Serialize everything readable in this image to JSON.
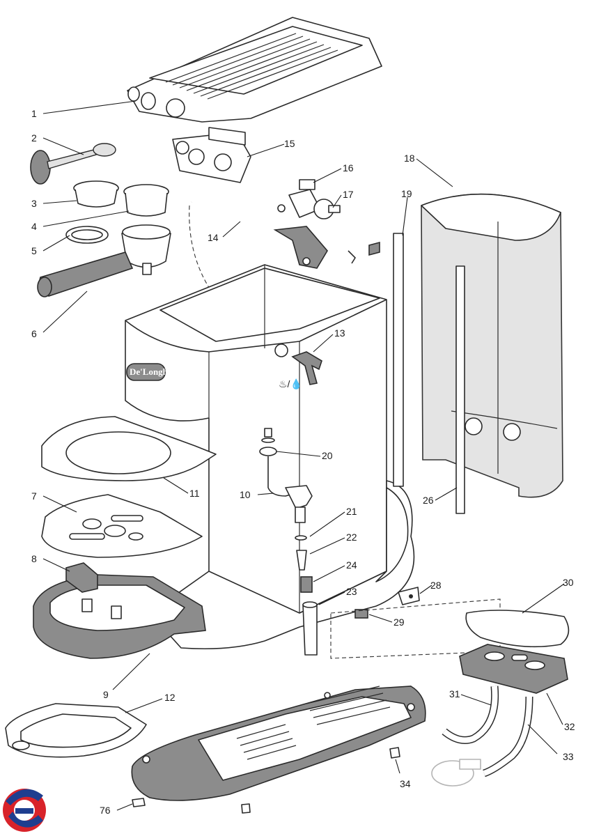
{
  "brand_badge": "De'Longhi",
  "callouts": {
    "p1": "1",
    "p2": "2",
    "p3": "3",
    "p4": "4",
    "p5": "5",
    "p6": "6",
    "p7": "7",
    "p8": "8",
    "p9": "9",
    "p10": "10",
    "p11": "11",
    "p12": "12",
    "p13": "13",
    "p14": "14",
    "p15": "15",
    "p16": "16",
    "p17": "17",
    "p18": "18",
    "p19": "19",
    "p20": "20",
    "p21": "21",
    "p22": "22",
    "p23": "23",
    "p24": "24",
    "p26": "26",
    "p28": "28",
    "p29": "29",
    "p30": "30",
    "p31": "31",
    "p32": "32",
    "p33": "33",
    "p34": "34",
    "p76": "76"
  },
  "colors": {
    "outline": "#2a2a2a",
    "dark_part": "#8c8c8c",
    "logo_red": "#d8232a",
    "logo_blue": "#1f3e8f"
  },
  "icons": [
    "corner-logo-icon"
  ]
}
